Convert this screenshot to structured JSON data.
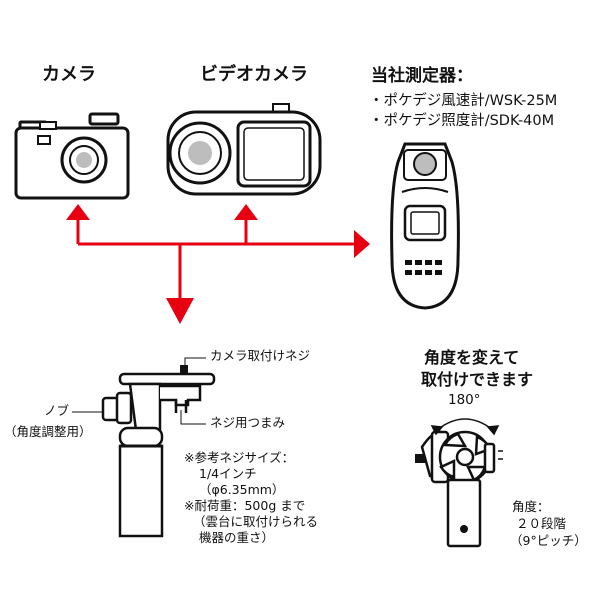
{
  "top": {
    "camera_label": "カメラ",
    "video_label": "ビデオカメラ",
    "meter_title": "当社測定器：",
    "meter_items": [
      "・ポケデジ風速計/WSK-25M",
      "・ポケデジ照度計/SDK-40M"
    ]
  },
  "holder": {
    "camera_screw": "カメラ取付けネジ",
    "knob": "ノブ",
    "knob_note": "（角度調整用）",
    "screw_knob": "ネジ用つまみ",
    "ref_screw": "※参考ネジサイズ：",
    "ref_inch": "1/4インチ",
    "ref_mm": "（φ6.35mm）",
    "load": "※耐荷重：500g まで",
    "load_note1": "（雲台に取付けられる",
    "load_note2": "機器の重さ）"
  },
  "angle": {
    "title1": "角度を変えて",
    "title2": "取付けできます",
    "degrees": "180°",
    "label": "角度：",
    "steps": "２０段階",
    "pitch": "（9°ピッチ）"
  },
  "colors": {
    "arrow": "#e60012",
    "line": "#111111",
    "gray": "#bdbdbd"
  }
}
